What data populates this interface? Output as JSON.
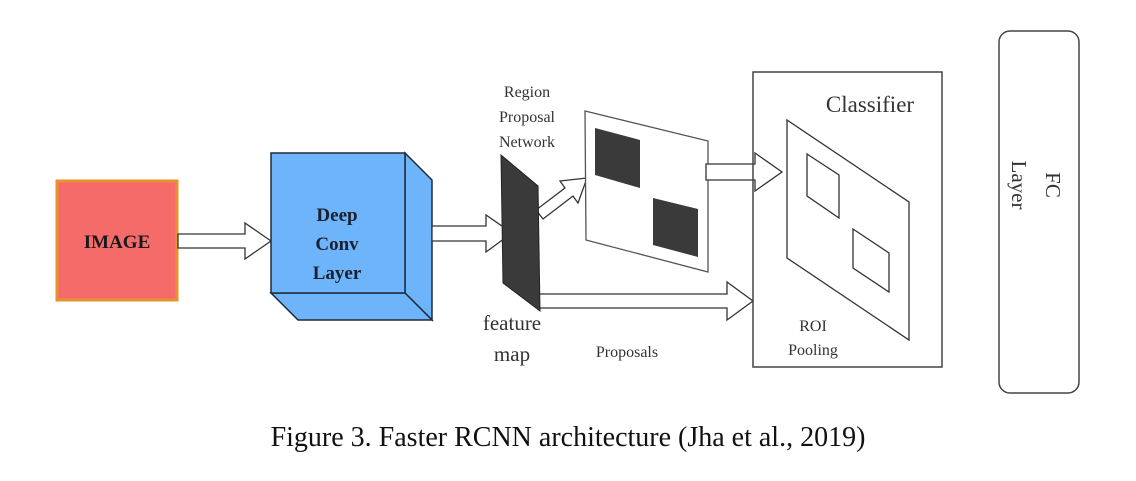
{
  "diagram": {
    "nodes": {
      "image": {
        "label": "IMAGE",
        "fill": "#F56B6A",
        "border": "#E8922E"
      },
      "conv": {
        "label_lines": [
          "Deep",
          "Conv",
          "Layer"
        ],
        "fill": "#6EB4FB",
        "side_fill": "#6EB4FB",
        "border": "#1E2A3A"
      },
      "rpn": {
        "label_lines": [
          "Region",
          "Proposal",
          "Network"
        ]
      },
      "feature_map": {
        "label_lines": [
          "feature",
          "map"
        ],
        "fill": "#3A3A3A"
      },
      "proposals_label": "Proposals",
      "classifier": {
        "label": "Classifier"
      },
      "roi_pooling": {
        "label_lines": [
          "ROI",
          "Pooling"
        ]
      },
      "fc_layer": {
        "label_lines": [
          "FC",
          "Layer"
        ]
      }
    },
    "edges": [
      {
        "from": "image",
        "to": "conv"
      },
      {
        "from": "conv",
        "to": "feature_map"
      },
      {
        "from": "feature_map",
        "to": "proposal_plane"
      },
      {
        "from": "proposal_plane",
        "to": "roi_pooling"
      },
      {
        "from": "feature_map",
        "to": "classifier",
        "label": "Proposals"
      }
    ]
  },
  "caption": "Figure 3. Faster RCNN architecture (Jha et al., 2019)"
}
